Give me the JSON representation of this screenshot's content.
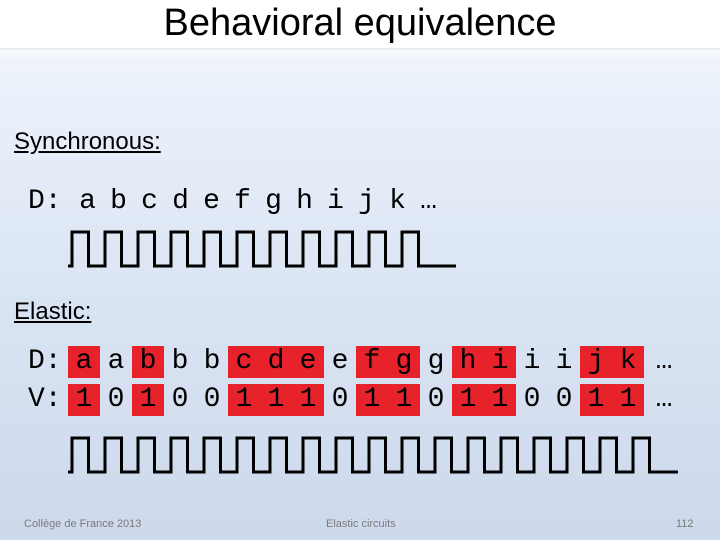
{
  "title": "Behavioral equivalence",
  "sync": {
    "label": "Synchronous:",
    "prefix": "D:",
    "data": [
      "a",
      "b",
      "c",
      "d",
      "e",
      "f",
      "g",
      "h",
      "i",
      "j",
      "k",
      "…"
    ]
  },
  "elastic": {
    "label": "Elastic:",
    "d_prefix": "D:",
    "v_prefix": "V:",
    "columns": [
      {
        "d": "a",
        "v": "1",
        "valid": true
      },
      {
        "d": "a",
        "v": "0",
        "valid": false
      },
      {
        "d": "b",
        "v": "1",
        "valid": true
      },
      {
        "d": "b",
        "v": "0",
        "valid": false
      },
      {
        "d": "b",
        "v": "0",
        "valid": false
      },
      {
        "d": "c",
        "v": "1",
        "valid": true
      },
      {
        "d": "d",
        "v": "1",
        "valid": true
      },
      {
        "d": "e",
        "v": "1",
        "valid": true
      },
      {
        "d": "e",
        "v": "0",
        "valid": false
      },
      {
        "d": "f",
        "v": "1",
        "valid": true
      },
      {
        "d": "g",
        "v": "1",
        "valid": true
      },
      {
        "d": "g",
        "v": "0",
        "valid": false
      },
      {
        "d": "h",
        "v": "1",
        "valid": true
      },
      {
        "d": "i",
        "v": "1",
        "valid": true
      },
      {
        "d": "i",
        "v": "0",
        "valid": false
      },
      {
        "d": "i",
        "v": "0",
        "valid": false
      },
      {
        "d": "j",
        "v": "1",
        "valid": true
      },
      {
        "d": "k",
        "v": "1",
        "valid": true
      }
    ],
    "ellipsis": "…"
  },
  "colors": {
    "highlight": "#e8222a"
  },
  "footer": {
    "left": "Collège de France 2013",
    "center": "Elastic circuits",
    "right": "112"
  }
}
